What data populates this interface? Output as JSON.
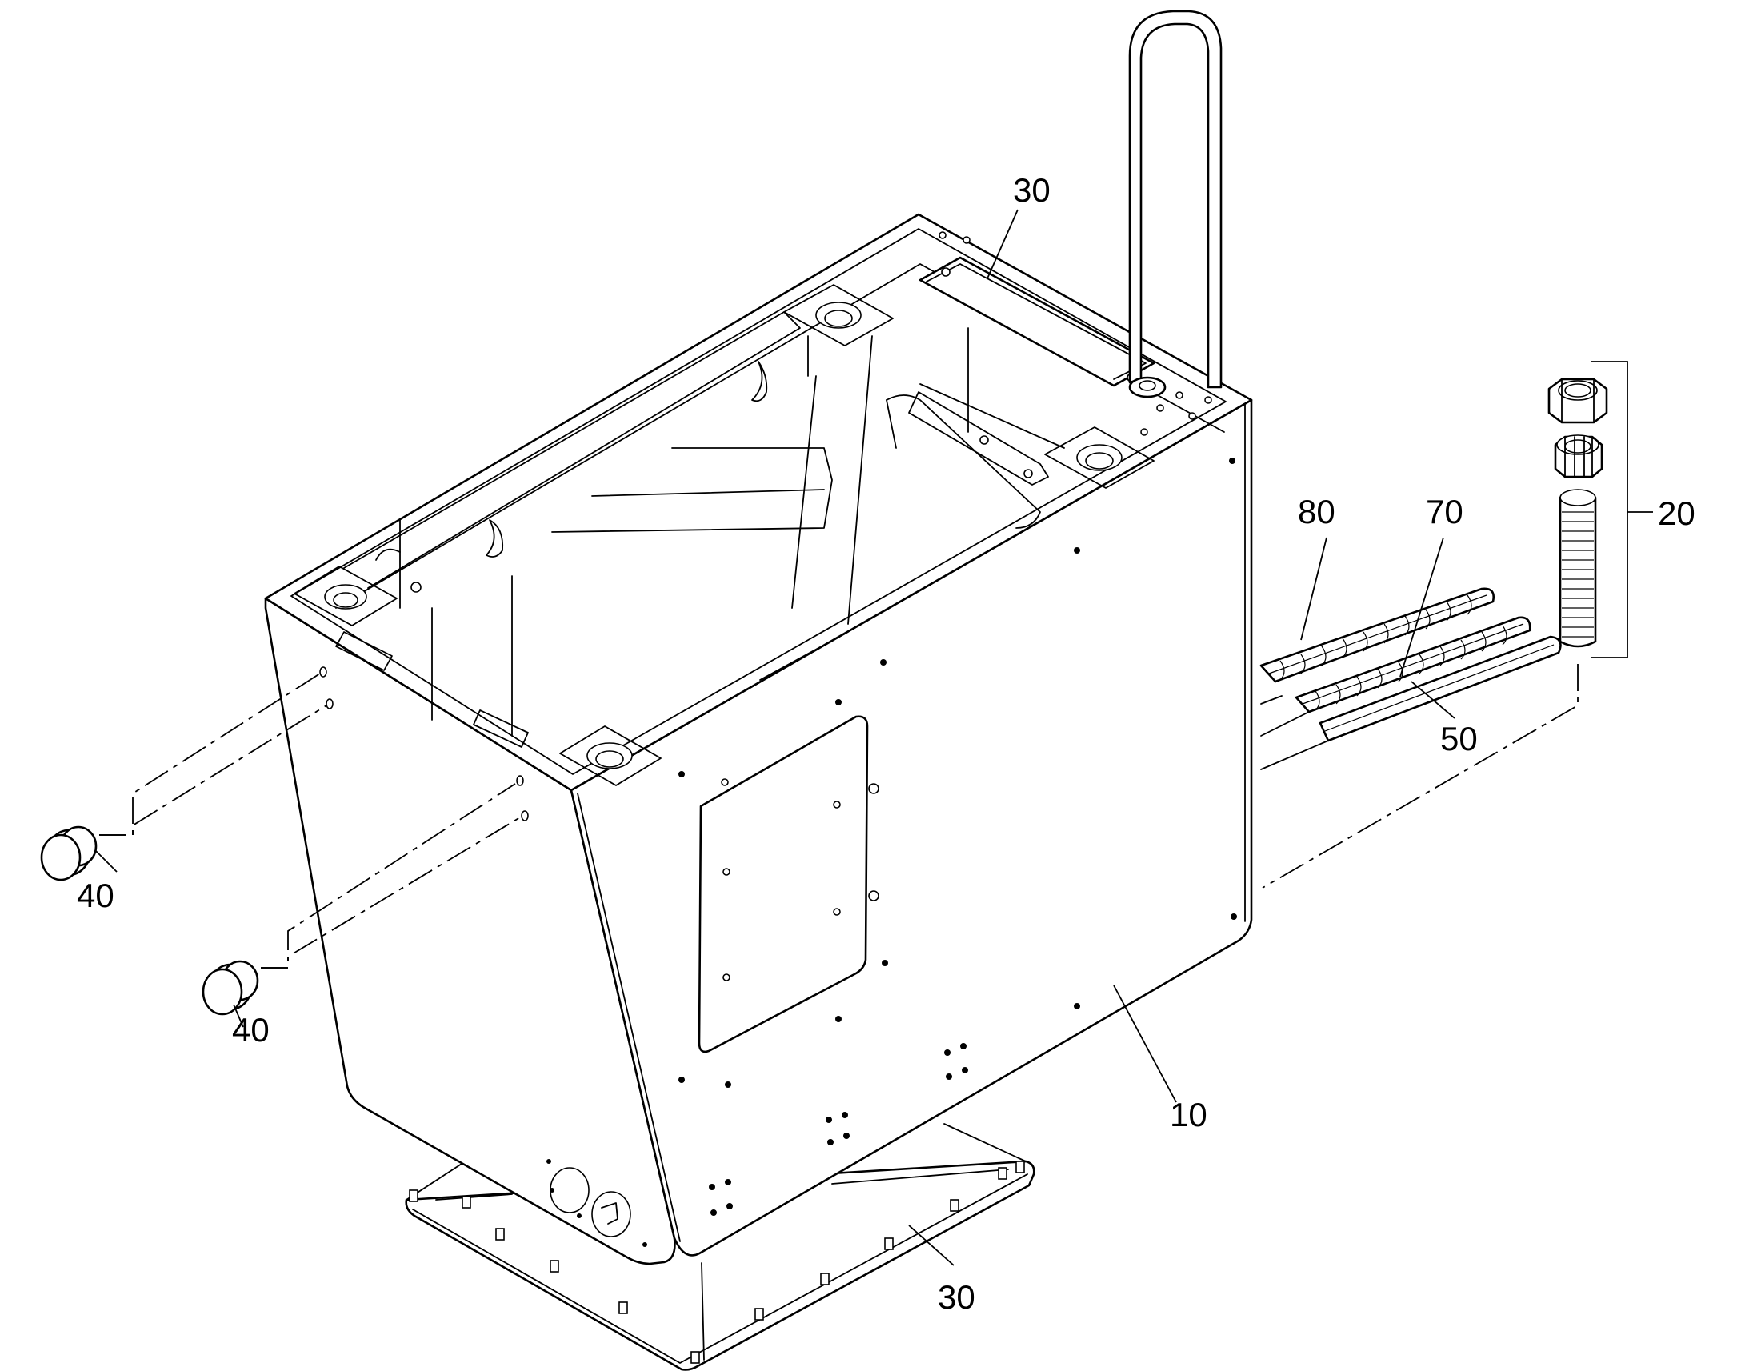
{
  "callouts": {
    "part_10": "10",
    "part_20": "20",
    "part_30_top": "30",
    "part_30_bottom": "30",
    "part_40_upper": "40",
    "part_40_lower": "40",
    "part_50": "50",
    "part_70": "70",
    "part_80": "80"
  }
}
